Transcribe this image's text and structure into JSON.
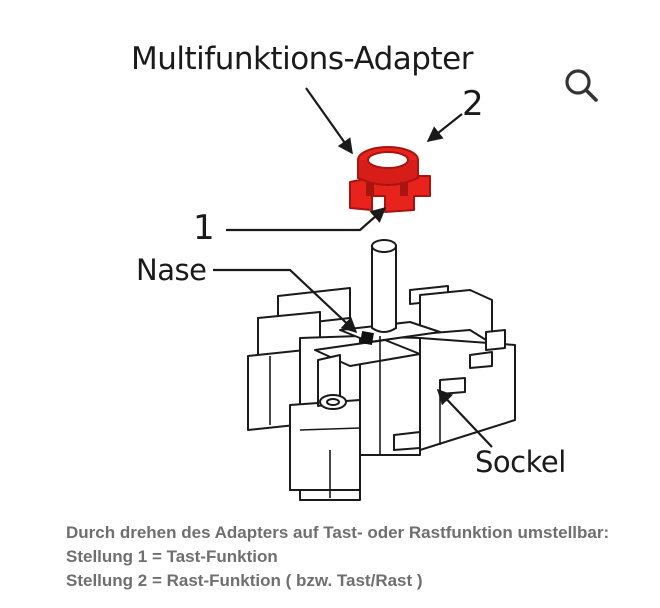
{
  "labels": {
    "title": "Multifunktions-Adapter",
    "position_1": "1",
    "position_2": "2",
    "nase": "Nase",
    "sockel": "Sockel"
  },
  "caption": {
    "line1": "Durch drehen des Adapters auf Tast- oder Rastfunktion umstellbar:",
    "line2": "Stellung 1 = Tast-Funktion",
    "line3": "Stellung 2 = Rast-Funktion ( bzw. Tast/Rast )"
  },
  "icons": {
    "search": "search-icon"
  },
  "colors": {
    "adapter": "#e8231c",
    "adapter_shade": "#a8140f",
    "caption_text": "#6f6f72",
    "outline": "#1a1a1a"
  }
}
